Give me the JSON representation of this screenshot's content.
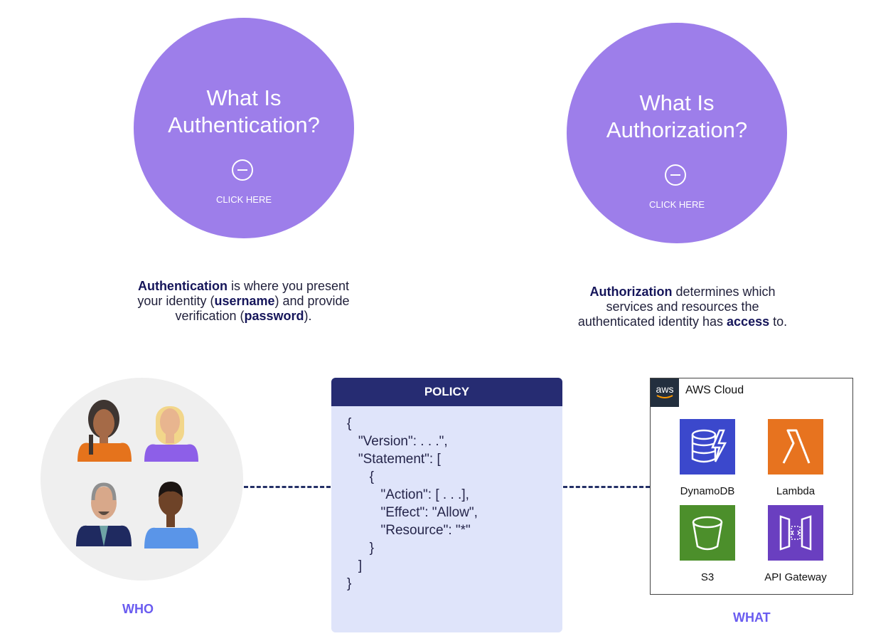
{
  "authentication": {
    "title": "What Is\nAuthentication?",
    "click_label": "CLICK HERE",
    "desc_bold1": "Authentication",
    "desc_t1": " is where you present",
    "desc_t2": "your identity (",
    "desc_bold2": "username",
    "desc_t3": ") and provide",
    "desc_t4": "verification (",
    "desc_bold3": "password",
    "desc_t5": ")."
  },
  "authorization": {
    "title": "What Is\nAuthorization?",
    "click_label": "CLICK HERE",
    "desc_bold1": "Authorization",
    "desc_t1": " determines which",
    "desc_t2": "services and resources the",
    "desc_t3": "authenticated identity has ",
    "desc_bold2": "access",
    "desc_t4": " to."
  },
  "policy": {
    "header": "POLICY",
    "code": "{\n   \"Version\": . . .\",\n   \"Statement\": [\n      {\n         \"Action\": [ . . .],\n         \"Effect\": \"Allow\",\n         \"Resource\": \"*\"\n      }\n   ]\n}"
  },
  "aws": {
    "logo_text": "aws",
    "title": "AWS Cloud",
    "services": [
      {
        "name": "DynamoDB",
        "icon": "dynamodb-icon",
        "color": "#3b48cc"
      },
      {
        "name": "Lambda",
        "icon": "lambda-icon",
        "color": "#e7731f"
      },
      {
        "name": "S3",
        "icon": "s3-icon",
        "color": "#4c8f2b"
      },
      {
        "name": "API Gateway",
        "icon": "api-gateway-icon",
        "color": "#6a3fc0"
      }
    ]
  },
  "labels": {
    "who": "WHO",
    "what": "WHAT"
  },
  "colors": {
    "circle": "#9d7eea",
    "navy": "#262c72",
    "accent": "#6a5cf0"
  }
}
